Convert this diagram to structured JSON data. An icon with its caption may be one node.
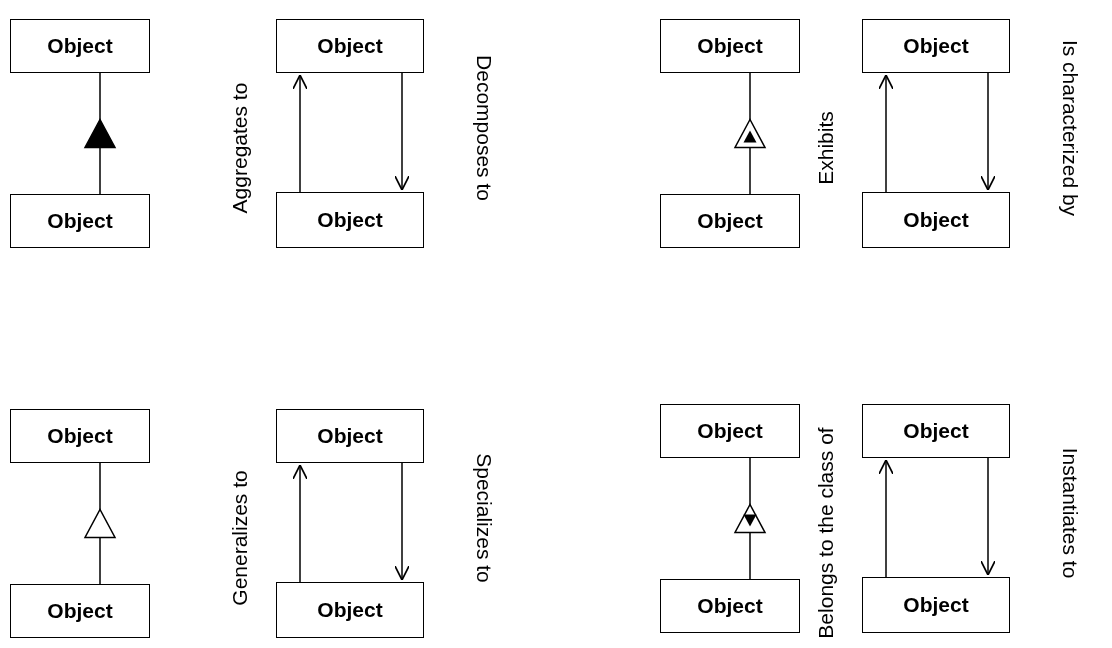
{
  "diagram": {
    "nodes": [
      {
        "text": [
          "Object"
        ]
      },
      {
        "text": [
          "Object"
        ]
      },
      {
        "text": [
          "Object"
        ]
      },
      {
        "text": [
          "Object"
        ]
      },
      {
        "text": [
          "Object"
        ]
      },
      {
        "text": [
          "Object"
        ]
      },
      {
        "text": [
          "Object"
        ]
      },
      {
        "text": [
          "Object"
        ]
      },
      {
        "text": [
          "Object"
        ]
      },
      {
        "text": [
          "Object"
        ]
      },
      {
        "text": [
          "Object"
        ]
      },
      {
        "text": [
          "Object"
        ]
      },
      {
        "text": [
          "Object"
        ]
      },
      {
        "text": [
          "Object"
        ]
      },
      {
        "text": [
          "Object"
        ]
      },
      {
        "text": [
          "Object"
        ]
      }
    ],
    "edges": [
      {
        "from": 1,
        "to": 0,
        "arrow": "to"
      },
      {
        "from": 3,
        "to": 2,
        "arrow": "to",
        "label": "Aggregates to"
      },
      {
        "from": 2,
        "to": 3,
        "arrow": "to",
        "label": "Decomposes to"
      },
      {
        "from": 5,
        "to": 4,
        "arrow": "to"
      },
      {
        "from": 7,
        "to": 6,
        "arrow": "to",
        "label": "Exhibits"
      },
      {
        "from": 6,
        "to": 7,
        "arrow": "to",
        "label": "Is characterized by"
      },
      {
        "from": 9,
        "to": 8,
        "arrow": "to"
      },
      {
        "from": 11,
        "to": 10,
        "arrow": "to",
        "label": "Generalizes to"
      },
      {
        "from": 10,
        "to": 11,
        "arrow": "to",
        "label": "Specializes to"
      },
      {
        "from": 13,
        "to": 12,
        "arrow": "to"
      },
      {
        "from": 15,
        "to": 14,
        "arrow": "to",
        "label": "Belongs to the class of"
      },
      {
        "from": 14,
        "to": 15,
        "arrow": "to",
        "label": "Instantiates to"
      }
    ]
  }
}
